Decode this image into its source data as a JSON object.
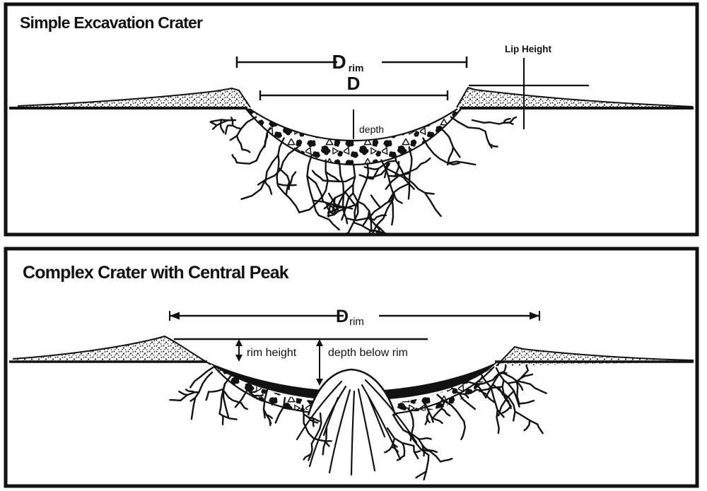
{
  "colors": {
    "ink": "#121212",
    "paper": "#ffffff"
  },
  "simple": {
    "title": "Simple Excavation Crater",
    "d_rim_base": "D",
    "d_rim_sub": "rim",
    "diameter_label": "D",
    "depth_label": "depth",
    "lip_height_label": "Lip Height"
  },
  "complex": {
    "title": "Complex Crater with Central Peak",
    "d_rim_base": "D",
    "d_rim_sub": "rim",
    "rim_height_label": "rim height",
    "depth_below_rim_label": "depth below rim"
  }
}
